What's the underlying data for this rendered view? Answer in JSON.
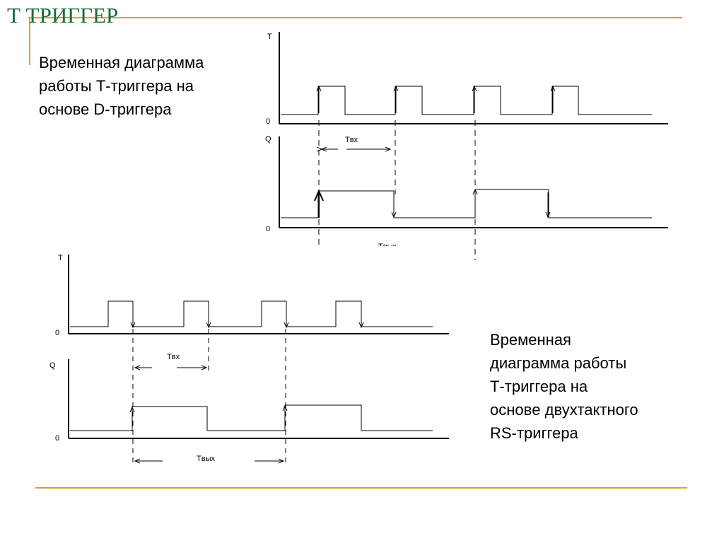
{
  "title": "Т ТРИГГЕР",
  "caption_top": "Временная диаграмма\nработы Т-триггера на\nоснове D-триггера",
  "caption_bottom": "Временная\nдиаграмма работы\nТ-триггера на\nосновe двухтактного\nRS-триггера",
  "diagram_top": {
    "t_label": "T",
    "q_label": "Q",
    "zero_label": "0",
    "t_in": "Tвх",
    "t_out": "Tвых"
  },
  "diagram_bottom": {
    "t_label": "T",
    "q_label": "Q",
    "zero_label": "0",
    "t_in": "Tвх",
    "t_out": "Tвых"
  },
  "colors": {
    "accent": "#d4a52a",
    "title": "#1b6b3c"
  }
}
